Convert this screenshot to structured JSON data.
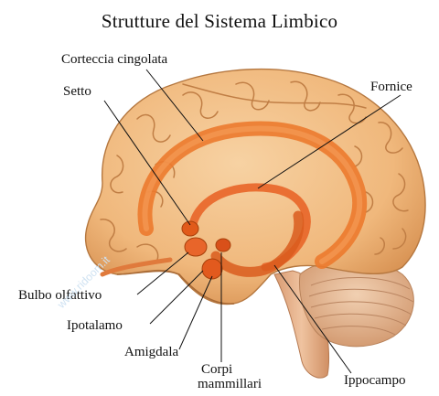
{
  "title": "Strutture del Sistema Limbico",
  "labels": {
    "corteccia": "Corteccia cingolata",
    "setto": "Setto",
    "fornice": "Fornice",
    "bulbo": "Bulbo olfattivo",
    "ipotalamo": "Ipotalamo",
    "amigdala": "Amigdala",
    "corpi_1": "Corpi",
    "corpi_2": "mammillari",
    "ippocampo": "Ippocampo"
  },
  "watermark": "www.ridoom.it",
  "colors": {
    "brain": "#f2bf86",
    "brain_shadow": "#dc9a5e",
    "sulci": "#b87a45",
    "limbic": "#ec7a2e",
    "limbic_dark": "#c65515",
    "cerebellum": "#e6b993",
    "brainstem": "#e2a982"
  }
}
